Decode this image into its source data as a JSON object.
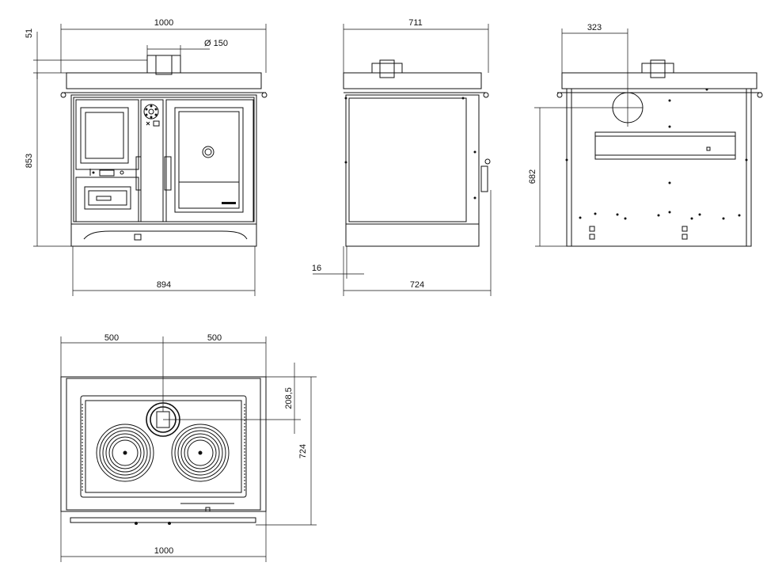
{
  "front_view": {
    "width_top": "1000",
    "flue_height": "51",
    "flue_diameter": "Ø 150",
    "height": "853",
    "width_base": "894"
  },
  "side_view": {
    "depth_top": "711",
    "offset": "16",
    "depth_base": "724"
  },
  "rear_view": {
    "flue_offset": "323",
    "flue_height": "682"
  },
  "top_view": {
    "half_left": "500",
    "half_right": "500",
    "flue_depth": "208,5",
    "depth": "724",
    "width": "1000"
  }
}
